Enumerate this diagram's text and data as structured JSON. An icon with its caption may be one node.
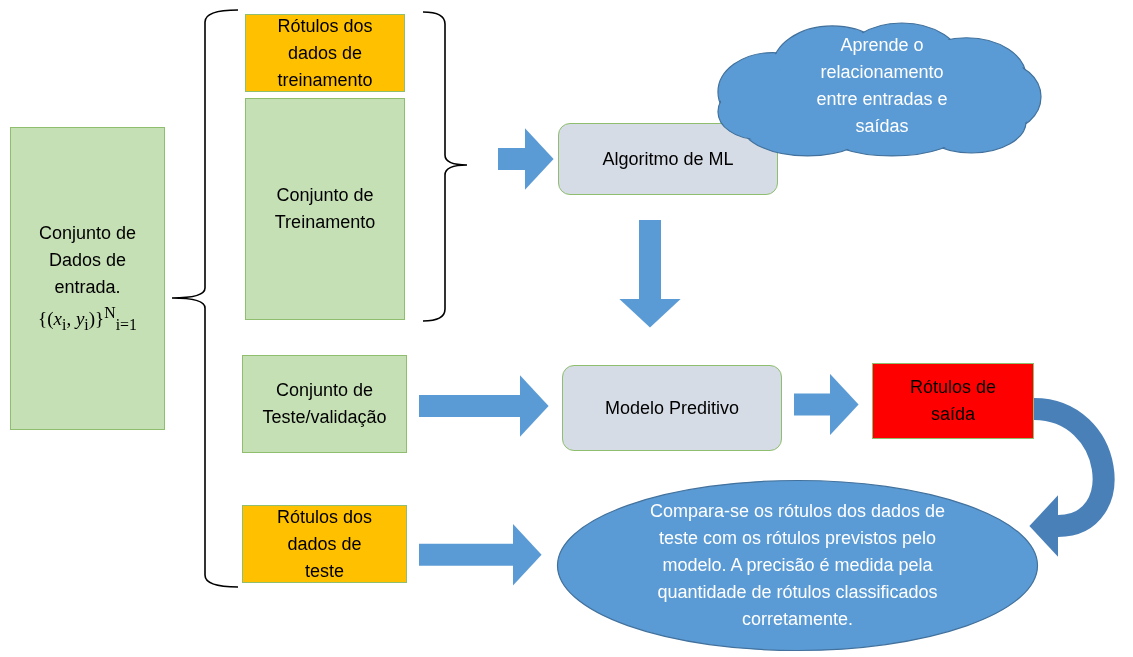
{
  "diagram": {
    "nodes": [
      {
        "text": [
          "Conjunto de Dados de entrada.",
          "{(*x*$_{i}$, *y*$_{i}$)}$^{N}$$_{i=1}$"
        ]
      },
      {
        "text": [
          "Rótulos dos dados de treinamento"
        ]
      },
      {
        "text": [
          "Conjunto de Treinamento"
        ]
      },
      {
        "text": [
          "Conjunto de Teste/validação"
        ]
      },
      {
        "text": [
          "Rótulos dos dados de teste"
        ]
      },
      {
        "text": [
          "Algoritmo de ML"
        ]
      },
      {
        "text": [
          "Aprende o relacionamento entre entradas e saídas"
        ]
      },
      {
        "text": [
          "Modelo Preditivo"
        ]
      },
      {
        "text": [
          "Rótulos de saída"
        ]
      },
      {
        "text": [
          "Compara-se os rótulos dos dados de teste com os rótulos previstos pelo modelo. A precisão é medida pela quantidade de rótulos classificados corretamente."
        ]
      }
    ],
    "edges": [
      {
        "from": null,
        "to": 5,
        "arrow": "to"
      },
      {
        "from": 5,
        "to": 7,
        "arrow": "to"
      },
      {
        "from": 3,
        "to": 7,
        "arrow": "to"
      },
      {
        "from": 7,
        "to": 8,
        "arrow": "to"
      },
      {
        "from": 8,
        "to": 9,
        "arrow": "to"
      },
      {
        "from": 4,
        "to": 9,
        "arrow": "to"
      }
    ]
  }
}
